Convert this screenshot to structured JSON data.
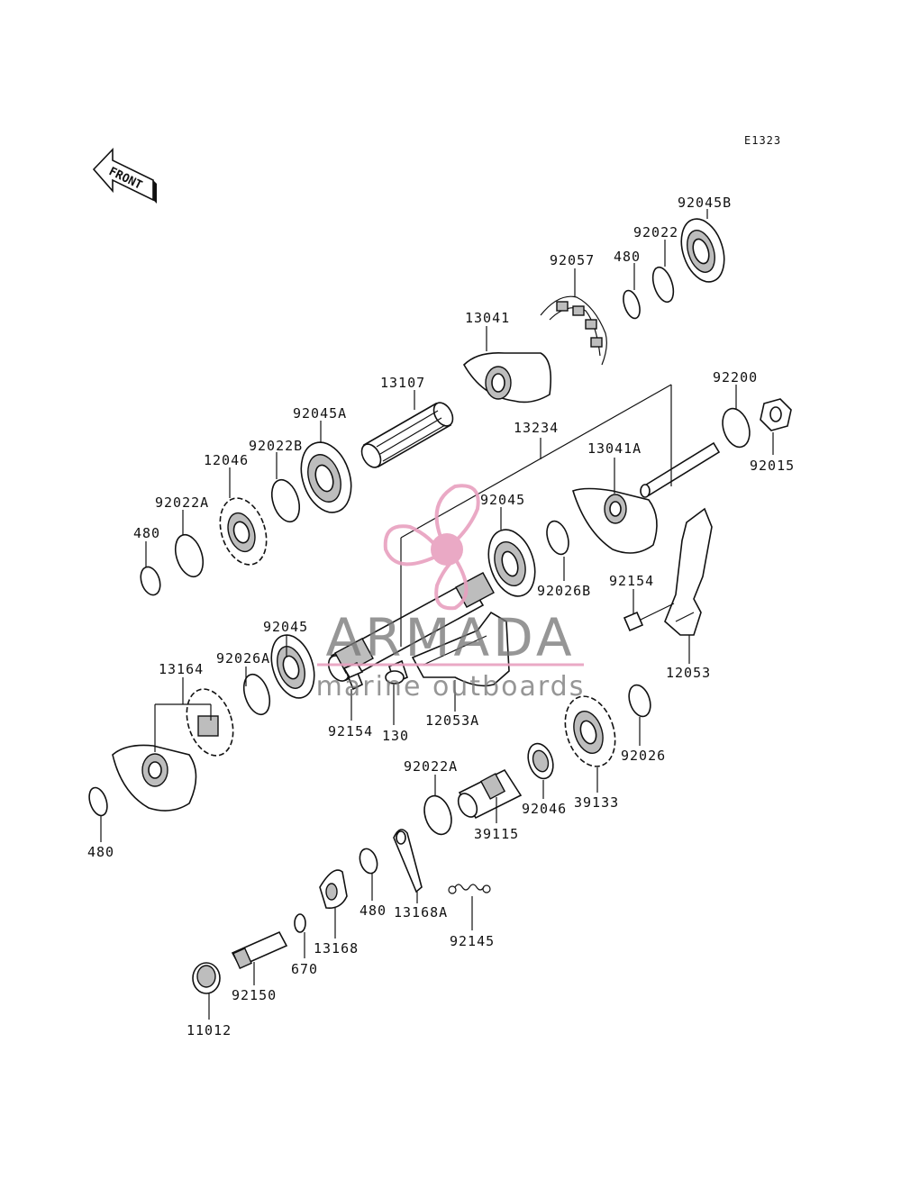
{
  "diagram_code": "E1323",
  "front_label": "FRONT",
  "watermark": {
    "brand": "ARMADA",
    "tagline": "marine outboards",
    "color_pink": "#e8a0bf",
    "color_grey": "#777777"
  },
  "labels": {
    "p92045B": "92045B",
    "p92022_top": "92022",
    "p480_top": "480",
    "p92057": "92057",
    "p13041": "13041",
    "p13107": "13107",
    "p92045A": "92045A",
    "p92022B": "92022B",
    "p12046": "12046",
    "p92022A_left": "92022A",
    "p480_left": "480",
    "p13234": "13234",
    "p92200": "92200",
    "p92015": "92015",
    "p13041A": "13041A",
    "p92045_mid": "92045",
    "p92026B": "92026B",
    "p92154_right": "92154",
    "p12053": "12053",
    "p92045_low": "92045",
    "p92026A": "92026A",
    "p13164": "13164",
    "p92154_mid": "92154",
    "p130": "130",
    "p12053A": "12053A",
    "p92026": "92026",
    "p39133": "39133",
    "p92046": "92046",
    "p92022A_low": "92022A",
    "p39115": "39115",
    "p480_bottomleft": "480",
    "p480_low": "480",
    "p13168A": "13168A",
    "p92145": "92145",
    "p13168": "13168",
    "p670": "670",
    "p92150": "92150",
    "p11012": "11012"
  }
}
